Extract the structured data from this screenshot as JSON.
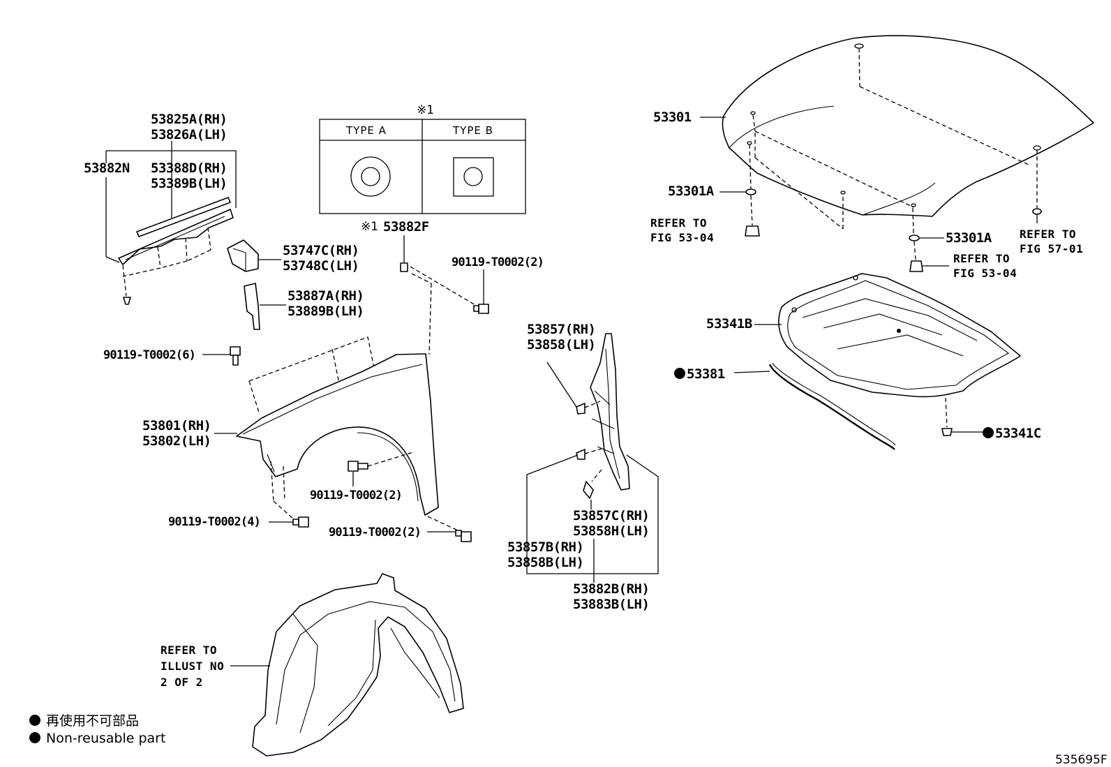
{
  "labels": {
    "l53825A": "53825A(RH)",
    "l53826A": "53826A(LH)",
    "l53882N": "53882N",
    "l53388D": "53388D(RH)",
    "l53389B": "53389B(LH)",
    "l53747C": "53747C(RH)",
    "l53748C": "53748C(LH)",
    "l53887A": "53887A(RH)",
    "l53889B": "53889B(LH)",
    "l90119_6": "90119-T0002(6)",
    "l53801": "53801(RH)",
    "l53802": "53802(LH)",
    "l90119_4": "90119-T0002(4)",
    "l90119_2a": "90119-T0002(2)",
    "l90119_2b": "90119-T0002(2)",
    "l90119_2c": "90119-T0002(2)",
    "l53882F": "53882F",
    "l53857": "53857(RH)",
    "l53858": "53858(LH)",
    "l53857C": "53857C(RH)",
    "l53858H": "53858H(LH)",
    "l53857B": "53857B(RH)",
    "l53858B": "53858B(LH)",
    "l53882B": "53882B(RH)",
    "l53883B": "53883B(LH)",
    "l53301": "53301",
    "l53301A_1": "53301A",
    "l53301A_2": "53301A",
    "l53341B": "53341B",
    "l53381": "53381",
    "l53341C": "53341C"
  },
  "refs": {
    "r5304a_1": "REFER TO",
    "r5304a_2": "FIG 53-04",
    "r5304b_1": "REFER TO",
    "r5304b_2": "FIG 53-04",
    "r5701_1": "REFER TO",
    "r5701_2": "FIG 57-01",
    "rill_1": "REFER TO",
    "rill_2": "ILLUST NO",
    "rill_3": "2 OF 2"
  },
  "type_box": {
    "marker": "※1",
    "type_a": "TYPE A",
    "type_b": "TYPE B",
    "note_marker": "※1"
  },
  "legend": {
    "line_jp": "再使用不可部品",
    "line_en": "Non-reusable part"
  },
  "diagram_code": "535695F"
}
